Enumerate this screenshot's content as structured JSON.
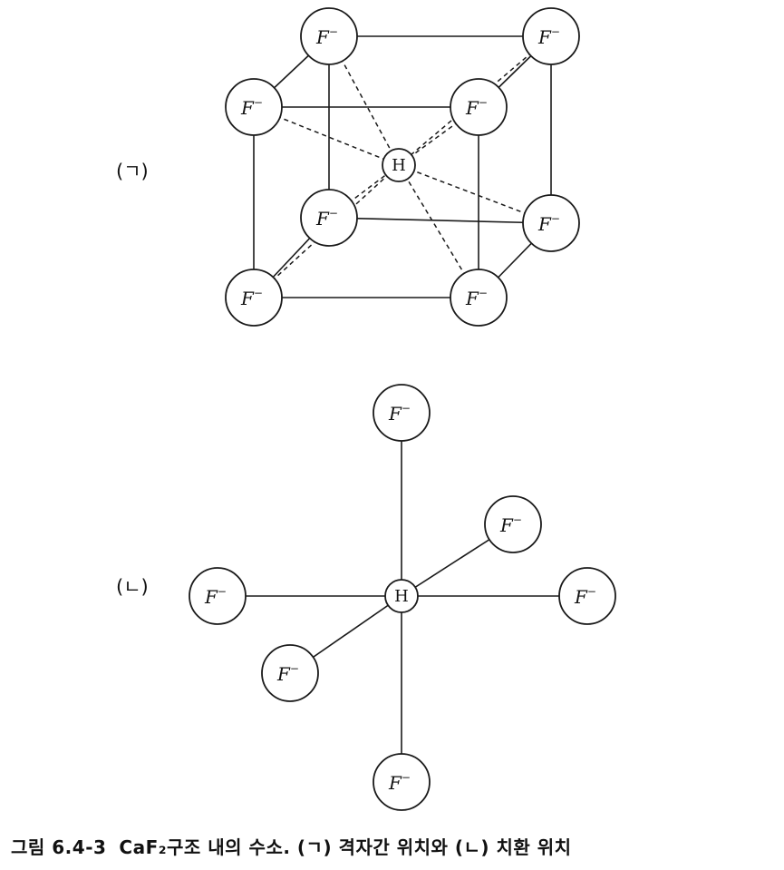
{
  "figure": {
    "part_a": {
      "label": "(ㄱ)",
      "description_ion": "F",
      "ion_charge": "−",
      "center_atom": "H",
      "fluorine_count": 8
    },
    "part_b": {
      "label": "(ㄴ)",
      "ion": "F",
      "ion_charge": "−",
      "center_atom": "H",
      "fluorine_count": 6
    }
  },
  "caption": {
    "number": "그림 6.4-3",
    "text": "CaF₂구조 내의 수소. (ㄱ) 격자간 위치와 (ㄴ) 치환 위치"
  }
}
